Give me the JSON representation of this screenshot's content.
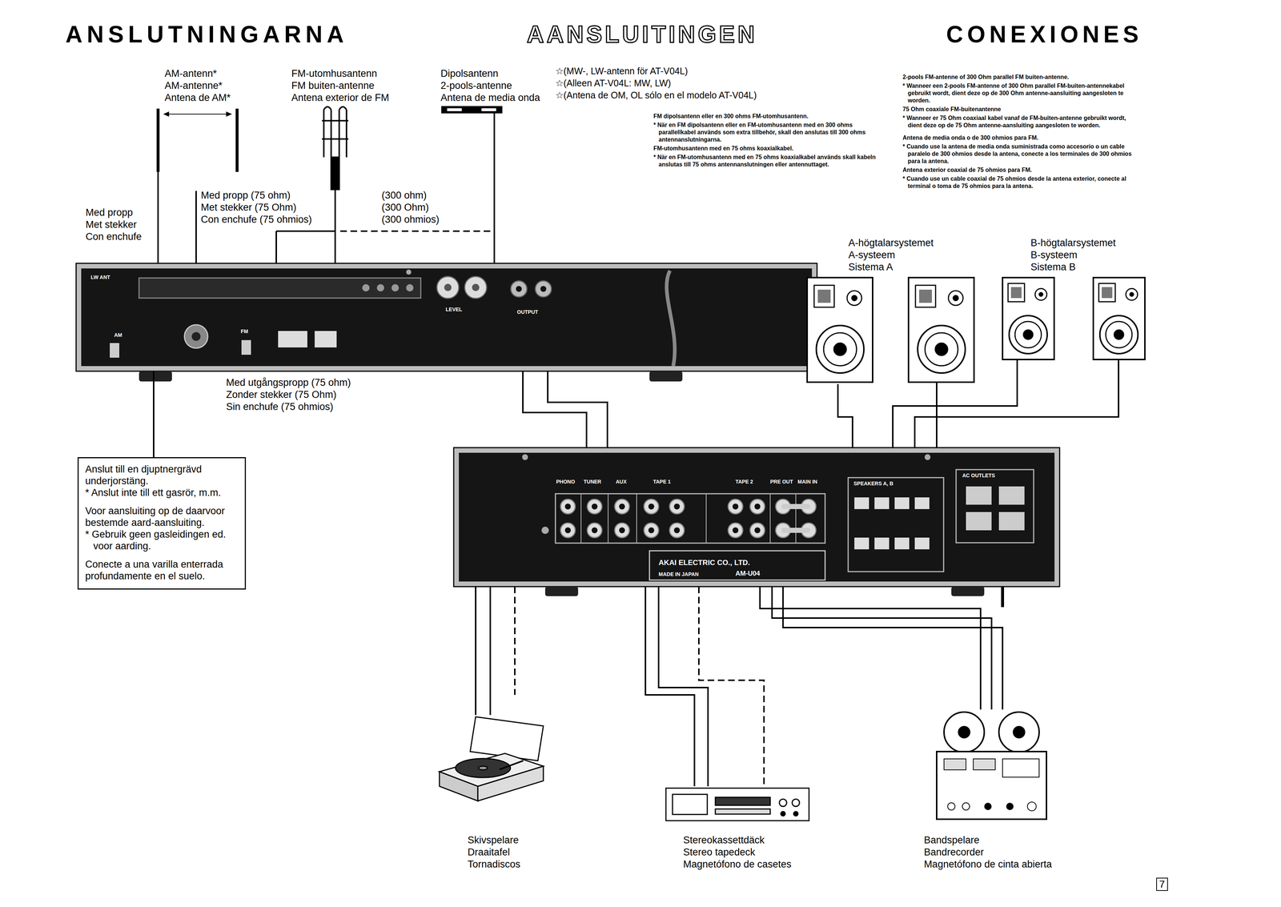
{
  "diagram": {
    "title": "ANSLUTNINGARNA",
    "nodes": [
      {
        "text": [
          "AM-antenn*",
          "AM-antenne*",
          "Antena de AM*"
        ]
      },
      {
        "text": [
          "FM-utomhusantenn",
          "FM buiten-antenne",
          "Antena exterior de FM"
        ]
      },
      {
        "text": [
          "Dipolsantenn",
          "2-pools-antenne",
          "Antena de media onda"
        ]
      },
      {
        "text": [
          "LW ANT",
          "AM",
          "FM",
          "LEVEL",
          "OUTPUT"
        ]
      },
      {
        "text": [
          "Anslut till en djuptnergrävd underjorstäng.",
          "* Anslut inte till ett gasrör, m.m.",
          "Voor aansluiting op de daarvoor bestemde aard-aansluiting.",
          "* Gebruik geen gasleidingen ed. voor aarding.",
          "Conecte a una varilla enterrada profundamente en el suelo."
        ]
      },
      {
        "text": [
          "PHONO",
          "TUNER",
          "AUX",
          "TAPE 1",
          "TAPE 2",
          "PRE OUT",
          "MAIN IN",
          "AKAI ELECTRIC CO., LTD.",
          "AM-U04",
          "MADE IN JAPAN",
          "SPEAKERS A, B",
          "AC OUTLETS"
        ]
      },
      {
        "text": [
          "A-högtalarsystemet",
          "A-systeem",
          "Sistema A"
        ]
      },
      {
        "text": [
          "B-högtalarsystemet",
          "B-systeem",
          "Sistema B"
        ]
      },
      {
        "text": [
          "Skivspelare",
          "Draaitafel",
          "Tornadiscos"
        ]
      },
      {
        "text": [
          "Stereokassettdäck",
          "Stereo tapedeck",
          "Magnetófono de casetes"
        ]
      },
      {
        "text": [
          "Bandspelare",
          "Bandrecorder",
          "Magnetófono de cinta abierta"
        ]
      }
    ],
    "edges": [
      {
        "from": 0,
        "to": 3,
        "arrow": "none"
      },
      {
        "from": 1,
        "to": 3,
        "arrow": "none"
      },
      {
        "from": 2,
        "to": 3,
        "arrow": "none"
      },
      {
        "from": 3,
        "to": 4,
        "arrow": "none"
      },
      {
        "from": 3,
        "to": 5,
        "arrow": "none"
      },
      {
        "from": 5,
        "to": 6,
        "arrow": "none"
      },
      {
        "from": 5,
        "to": 7,
        "arrow": "none"
      },
      {
        "from": 8,
        "to": 5,
        "arrow": "none"
      },
      {
        "from": 5,
        "to": 9,
        "arrow": "none"
      },
      {
        "from": 5,
        "to": 10,
        "arrow": "none"
      }
    ],
    "labels": [
      "AANSLUITINGEN",
      "CONEXIONES",
      "☆(MW-, LW-antenn för AT-V04L)",
      "☆(Alleen AT-V04L: MW, LW)",
      "☆(Antena de OM, OL sólo en el modelo AT-V04L)",
      "FM dipolsantenn eller en 300 ohms FM-utomhusantenn.",
      "* När en FM dipolsantenn eller en FM-utomhusantenn med en 300 ohms parallellkabel används som extra tillbehör, skall den anslutas till 300 ohms antennanslutningarna.",
      "FM-utomhusantenn med en 75 ohms koaxialkabel.",
      "* När en FM-utomhusantenn med en 75 ohms koaxialkabel används skall kabeln anslutas till 75 ohms antennanslutningen eller antennuttaget.",
      "2-pools FM-antenne of 300 Ohm parallel FM buiten-antenne.",
      "* Wanneer een 2-pools FM-antenne of 300 Ohm parallel FM-buiten-antennekabel gebruikt wordt, dient deze op de 300 Ohm antenne-aansluiting aangesloten te worden.",
      "75 Ohm coaxiale FM-buitenantenne",
      "* Wanneer er 75 Ohm coaxiaal kabel vanaf de FM-buiten-antenne gebruikt wordt, dient deze op de 75 Ohm antenne-aansluiting aangesloten te worden.",
      "Antena de media onda o de 300 ohmios para FM.",
      "* Cuando use la antena de media onda suministrada como accesorio o un cable paralelo de 300 ohmios desde la antena, conecte a los terminales de 300 ohmios para la antena.",
      "Antena exterior coaxial de 75 ohmios para FM.",
      "* Cuando use un cable coaxial de 75 ohmios desde la antena exterior, conecte al terminal o toma de 75 ohmios para la antena.",
      "Med propp (75 ohm)",
      "Met stekker (75 Ohm)",
      "Con enchufe (75 ohmios)",
      "(300 ohm)",
      "(300 Ohm)",
      "(300 ohmios)",
      "Med propp",
      "Met stekker",
      "Con enchufe",
      "Med utgångspropp (75 ohm)",
      "Zonder stekker (75 Ohm)",
      "Sin enchufe (75 ohmios)",
      "7"
    ]
  }
}
